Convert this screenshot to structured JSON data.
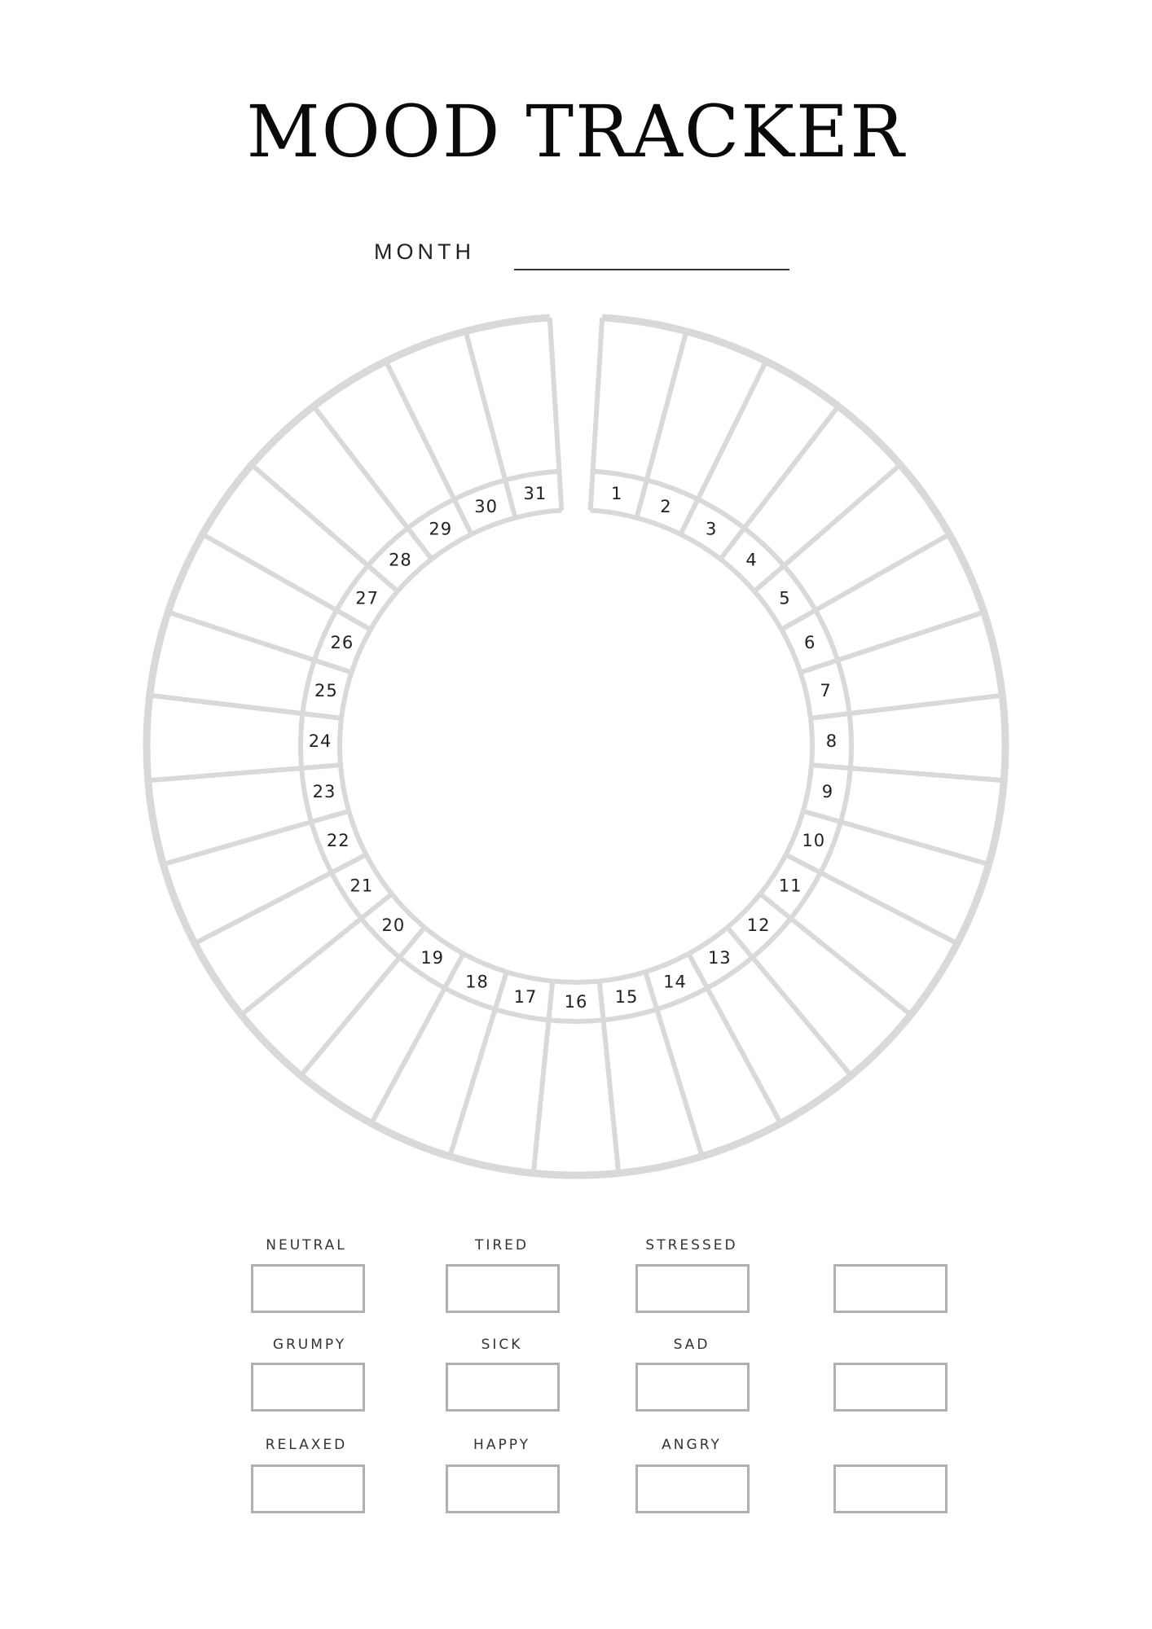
{
  "header": {
    "title": "MOOD TRACKER",
    "month_label": "MONTH",
    "month_value": ""
  },
  "wheel": {
    "days": [
      "1",
      "2",
      "3",
      "4",
      "5",
      "6",
      "7",
      "8",
      "9",
      "10",
      "11",
      "12",
      "13",
      "14",
      "15",
      "16",
      "17",
      "18",
      "19",
      "20",
      "21",
      "22",
      "23",
      "24",
      "25",
      "26",
      "27",
      "28",
      "29",
      "30",
      "31"
    ],
    "line_color": "#d9d9d9",
    "number_color": "#222222"
  },
  "legend": {
    "box_border_color": "#b0b0b0",
    "rows": [
      [
        {
          "label": "NEUTRAL"
        },
        {
          "label": "TIRED"
        },
        {
          "label": "STRESSED"
        },
        {
          "label": ""
        }
      ],
      [
        {
          "label": "GRUMPY"
        },
        {
          "label": "SICK"
        },
        {
          "label": "SAD"
        },
        {
          "label": ""
        }
      ],
      [
        {
          "label": "RELAXED"
        },
        {
          "label": "HAPPY"
        },
        {
          "label": "ANGRY"
        },
        {
          "label": ""
        }
      ]
    ]
  }
}
